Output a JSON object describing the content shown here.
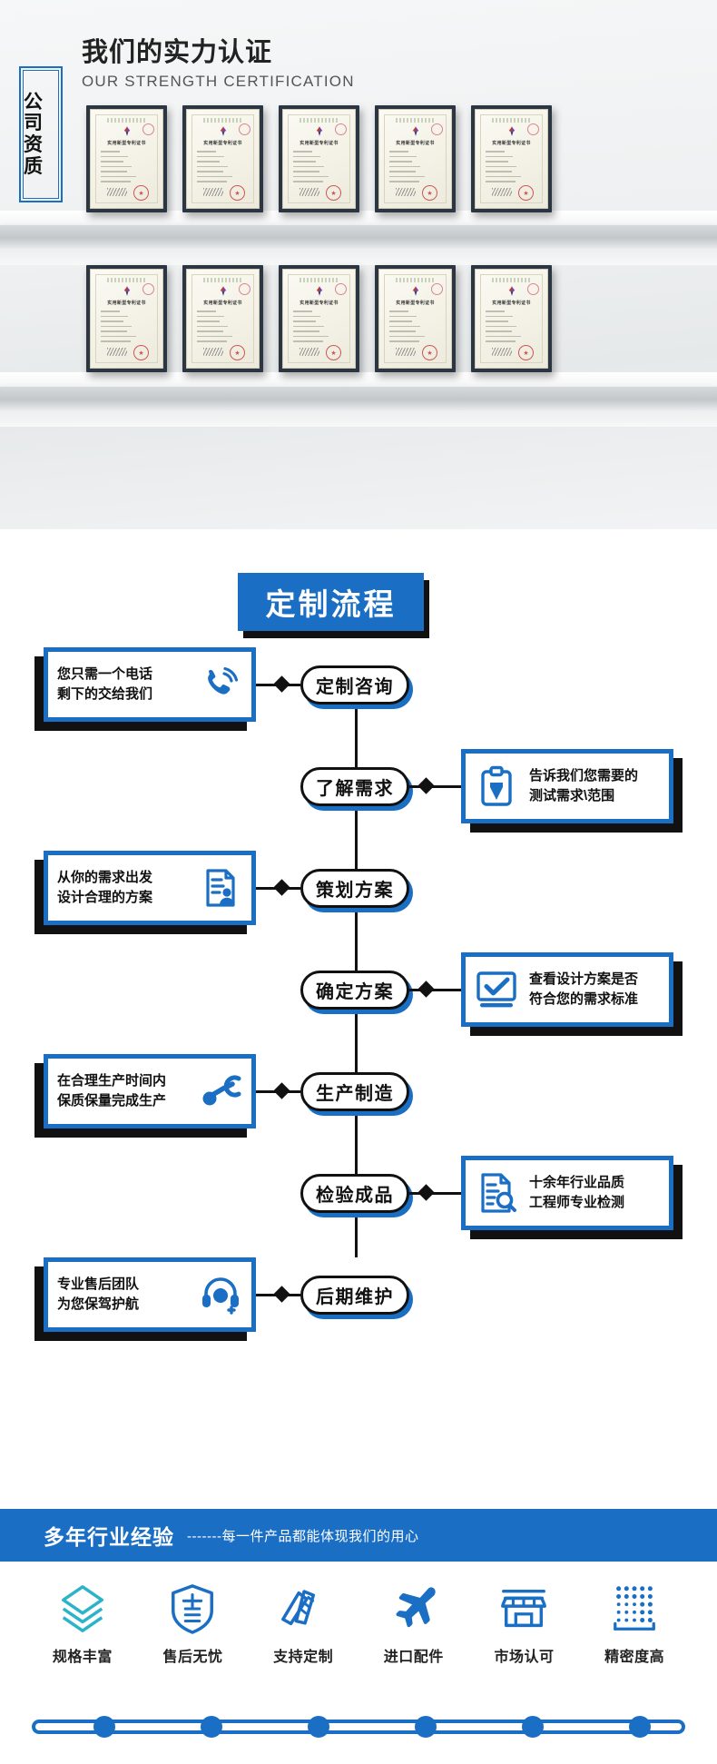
{
  "certification": {
    "title_cn": "我们的实力认证",
    "title_en": "OUR STRENGTH CERTIFICATION",
    "badge_text": "公司资质",
    "certificate_heading": "实用新型专利证书",
    "certificate_count": 10,
    "rows": 2,
    "per_row": 5
  },
  "flow": {
    "title": "定制流程",
    "nodes": [
      {
        "label": "定制咨询"
      },
      {
        "label": "了解需求"
      },
      {
        "label": "策划方案"
      },
      {
        "label": "确定方案"
      },
      {
        "label": "生产制造"
      },
      {
        "label": "检验成品"
      },
      {
        "label": "后期维护"
      }
    ],
    "cards": [
      {
        "side": "left",
        "line1": "您只需一个电话",
        "line2": "剩下的交给我们",
        "icon": "phone-call-icon"
      },
      {
        "side": "right",
        "line1": "告诉我们您需要的",
        "line2": "测试需求\\范围",
        "icon": "clipboard-check-icon"
      },
      {
        "side": "left",
        "line1": "从你的需求出发",
        "line2": "设计合理的方案",
        "icon": "document-person-icon"
      },
      {
        "side": "right",
        "line1": "查看设计方案是否",
        "line2": "符合您的需求标准",
        "icon": "monitor-check-icon"
      },
      {
        "side": "left",
        "line1": "在合理生产时间内",
        "line2": "保质保量完成生产",
        "icon": "robot-arm-icon"
      },
      {
        "side": "right",
        "line1": "十余年行业品质",
        "line2": "工程师专业检测",
        "icon": "document-search-icon"
      },
      {
        "side": "left",
        "line1": "专业售后团队",
        "line2": "为您保驾护航",
        "icon": "headset-support-icon"
      }
    ]
  },
  "bottom": {
    "bar_title": "多年行业经验",
    "bar_subtitle": "-------每一件产品都能体现我们的用心",
    "features": [
      {
        "label": "规格丰富",
        "icon": "layers-icon"
      },
      {
        "label": "售后无忧",
        "icon": "shield-sale-icon"
      },
      {
        "label": "支持定制",
        "icon": "pencil-ruler-icon"
      },
      {
        "label": "进口配件",
        "icon": "airplane-icon"
      },
      {
        "label": "市场认可",
        "icon": "storefront-icon"
      },
      {
        "label": "精密度高",
        "icon": "precision-dots-icon"
      }
    ],
    "timeline_dots": 6
  },
  "colors": {
    "brand_blue": "#1a6fc4",
    "ink": "#111111",
    "teal": "#2bb3c8"
  }
}
